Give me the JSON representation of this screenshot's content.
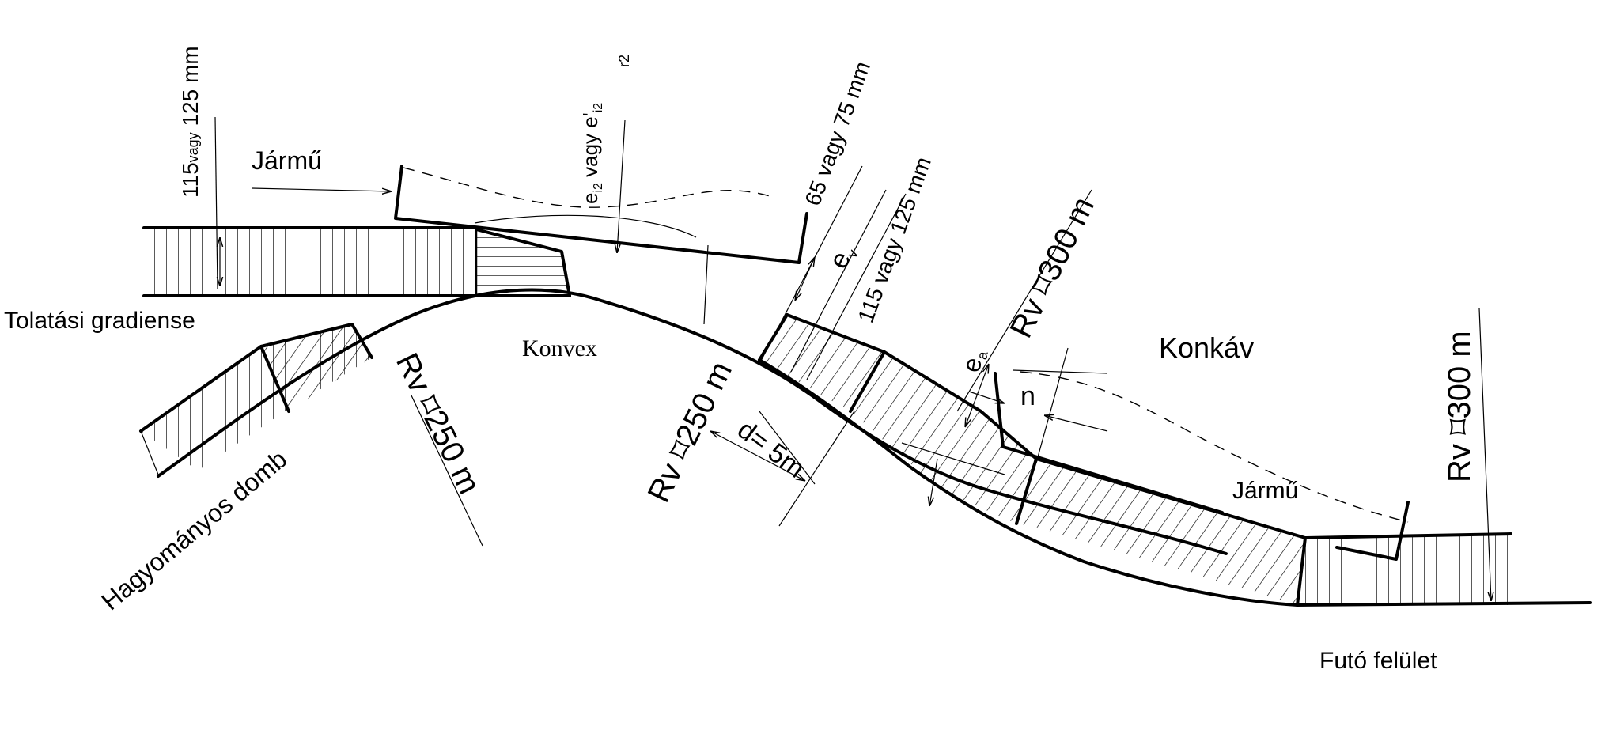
{
  "labels": {
    "tolatasi": "Tolatási gradiense",
    "hagyomanyos": "Hagyományos domb",
    "konvex": "Konvex",
    "konkav": "Konkáv",
    "futo": "Futó felület",
    "jarmu_top": "Jármű",
    "jarmu_bottom": "Jármű",
    "dim_115_125_pre": "115",
    "dim_115_125_sub": "vagy",
    "dim_115_125_post": " 125 mm",
    "dim_ei2_e": "e",
    "dim_ei2_sub": "i2",
    "dim_ei2_mid": " vagy e'",
    "dim_ei2_sub2": "i2",
    "dim_r2": "r2",
    "dim_65_75": "65 vagy 75 mm",
    "dim_ev": "e",
    "dim_ev_sub": "v",
    "dim_115_125b": "115 vagy 125 mm",
    "rv_250_a": "Rv ⌑250 m",
    "rv_250_b": "Rv ⌑250 m",
    "rv_300_a": "Rv ⌑300 m",
    "rv_300_b": "Rv ⌑300 m",
    "d5m": "d= 5m",
    "ea": "e",
    "ea_sub": "a",
    "n": "n"
  }
}
